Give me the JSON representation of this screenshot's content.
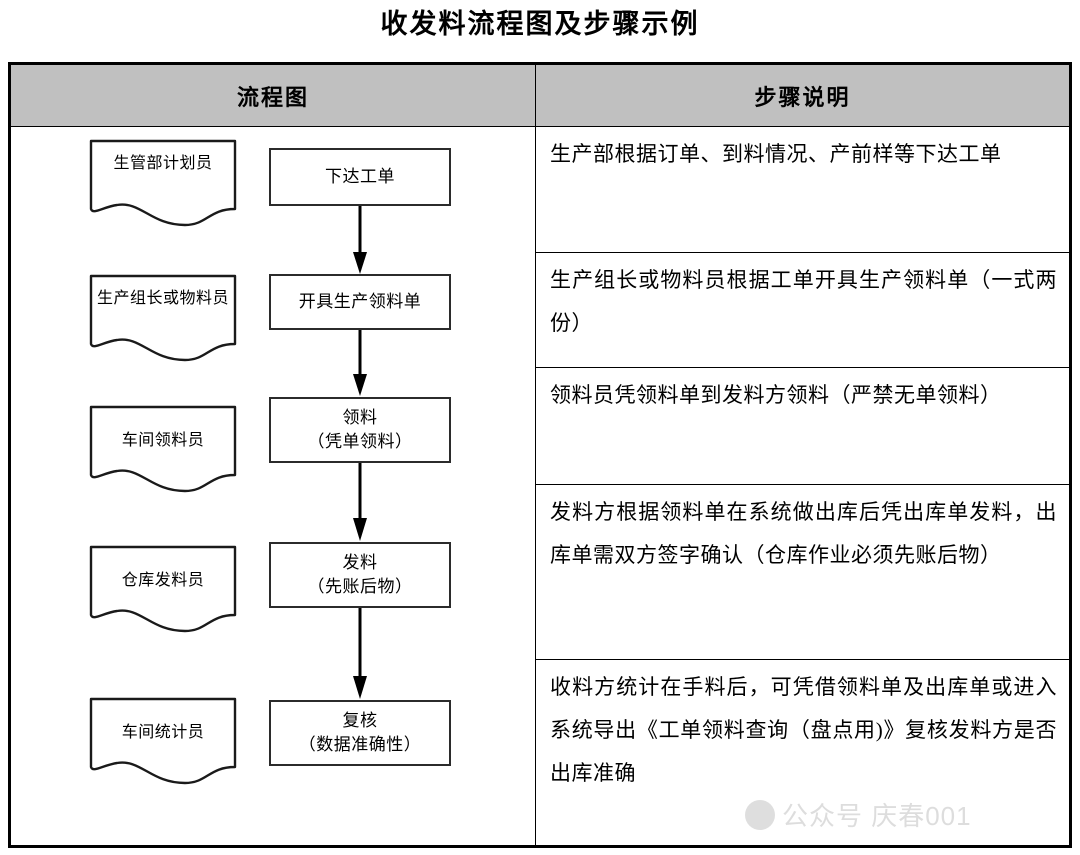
{
  "document": {
    "title": "收发料流程图及步骤示例"
  },
  "table": {
    "headers": {
      "flowchart": "流程图",
      "steps": "步骤说明"
    },
    "header_background": "#c0c0c0",
    "border_color": "#000000"
  },
  "flowchart": {
    "roles": [
      {
        "label": "生管部计划员"
      },
      {
        "label": "生产组长或物料员"
      },
      {
        "label": "车间领料员"
      },
      {
        "label": "仓库发料员"
      },
      {
        "label": "车间统计员"
      }
    ],
    "steps": [
      {
        "title": "下达工单",
        "sub": ""
      },
      {
        "title": "开具生产领料单",
        "sub": ""
      },
      {
        "title": "领料",
        "sub": "（凭单领料）"
      },
      {
        "title": "发料",
        "sub": "（先账后物）"
      },
      {
        "title": "复核",
        "sub": "（数据准确性）"
      }
    ],
    "connector_count": 4
  },
  "descriptions": [
    {
      "text": "生产部根据订单、到料情况、产前样等下达工单"
    },
    {
      "text": "生产组长或物料员根据工单开具生产领料单（一式两份）"
    },
    {
      "text": "领料员凭领料单到发料方领料（严禁无单领料）"
    },
    {
      "text": "发料方根据领料单在系统做出库后凭出库单发料，出库单需双方签字确认（仓库作业必须先账后物）"
    },
    {
      "text": "收料方统计在手料后，可凭借领料单及出库单或进入系统导出《工单领料查询（盘点用)》复核发料方是否出库准确"
    }
  ],
  "watermark": {
    "text": "公众号 庆春001",
    "icon": "wechat-bubble-icon",
    "color": "#b0b0b0"
  }
}
